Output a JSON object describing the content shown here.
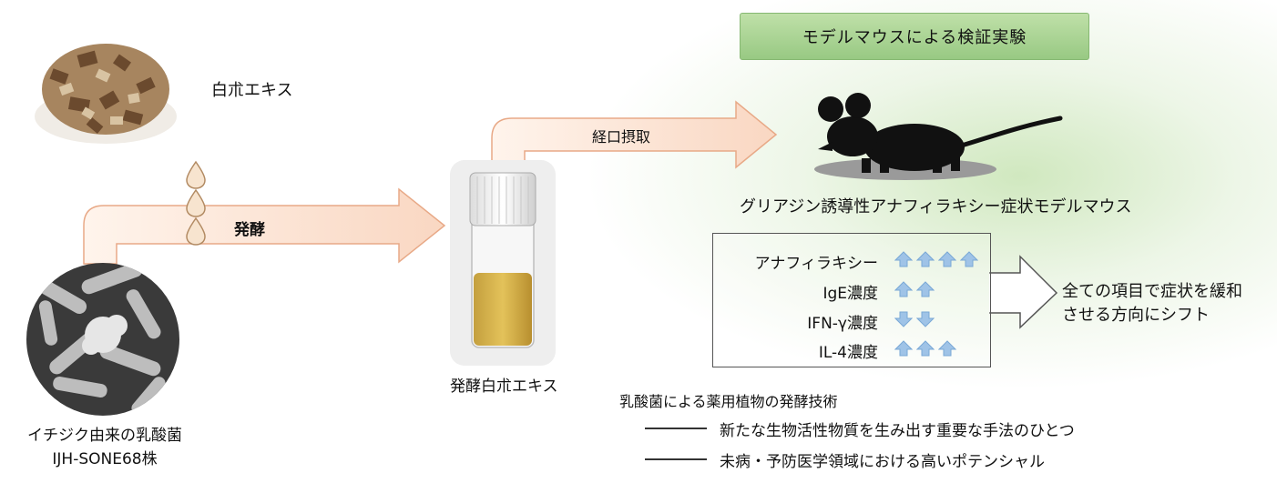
{
  "ingredients": {
    "herb_label": "白朮エキス",
    "bacteria_label_line1": "イチジク由来の乳酸菌",
    "bacteria_label_line2": "IJH-SONE68株"
  },
  "process": {
    "ferment_label": "発酵",
    "product_label": "発酵白朮エキス",
    "intake_label": "経口摂取"
  },
  "experiment": {
    "title": "モデルマウスによる検証実験",
    "mouse_label": "グリアジン誘導性アナフィラキシー症状モデルマウス"
  },
  "effects": {
    "items": [
      {
        "label": "アナフィラキシー",
        "direction": "up",
        "count": 4
      },
      {
        "label": "IgE濃度",
        "direction": "up",
        "count": 2
      },
      {
        "label": "IFN-γ濃度",
        "direction": "down",
        "count": 2
      },
      {
        "label": "IL-4濃度",
        "direction": "up",
        "count": 3
      }
    ],
    "result_line1": "全ての項目で症状を緩和",
    "result_line2": "させる方向にシフト"
  },
  "summary": {
    "heading": "乳酸菌による薬用植物の発酵技術",
    "points": [
      "新たな生物活性物質を生み出す重要な手法のひとつ",
      "未病・予防医学領域における高いポテンシャル"
    ]
  },
  "colors": {
    "process_arrow_fill": "#fce6d8",
    "process_arrow_stroke": "#e8a987",
    "effect_arrow": "#9fc3e7",
    "title_box": "#a8d392"
  }
}
